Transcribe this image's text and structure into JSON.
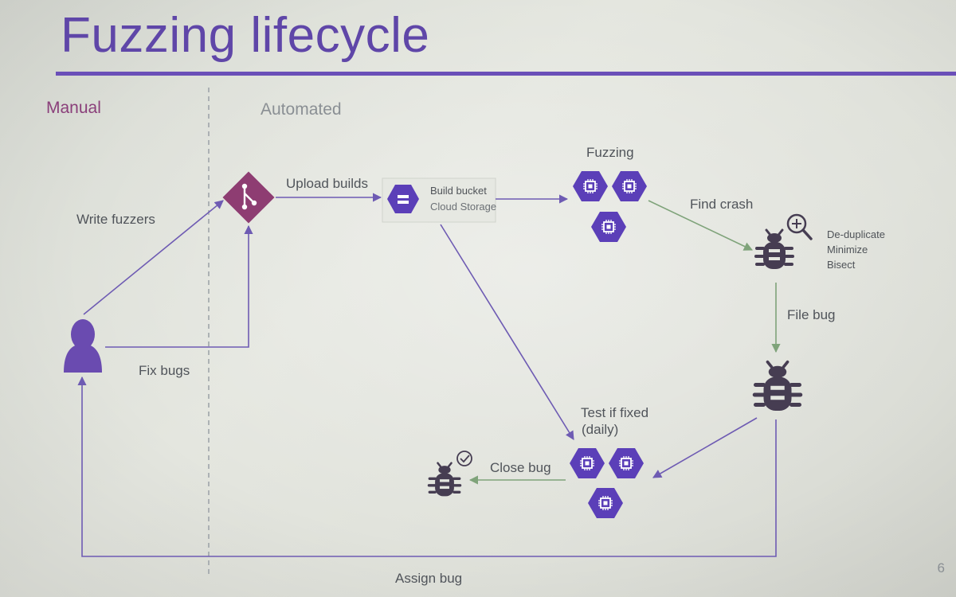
{
  "title": "Fuzzing lifecycle",
  "sections": {
    "manual": "Manual",
    "automated": "Automated"
  },
  "edges": {
    "write_fuzzers": "Write fuzzers",
    "fix_bugs": "Fix bugs",
    "upload_builds": "Upload builds",
    "find_crash": "Find crash",
    "file_bug": "File bug",
    "close_bug": "Close bug",
    "assign_bug": "Assign bug"
  },
  "nodes": {
    "bucket_name": "Build bucket",
    "bucket_service": "Cloud Storage",
    "fuzzing": "Fuzzing",
    "triage": [
      "De-duplicate",
      "Minimize",
      "Bisect"
    ],
    "test_if_fixed": [
      "Test if fixed",
      "(daily)"
    ]
  },
  "page_number": "6",
  "icons": {
    "developer": "person-icon",
    "repository": "git-icon",
    "bucket": "cloud-storage-icon",
    "fuzz_worker": "compute-engine-icon",
    "bug": "bug-icon",
    "triage": "magnifier-plus-icon",
    "closed": "check-circle-icon"
  },
  "colors": {
    "accent": "#6a4fb8",
    "hexagon": "#5b3fb8",
    "git": "#8e3d72",
    "bug": "#463d52",
    "edge_purple": "#6e5bb3",
    "edge_green": "#7fa37a",
    "person": "#6a4bb0"
  }
}
